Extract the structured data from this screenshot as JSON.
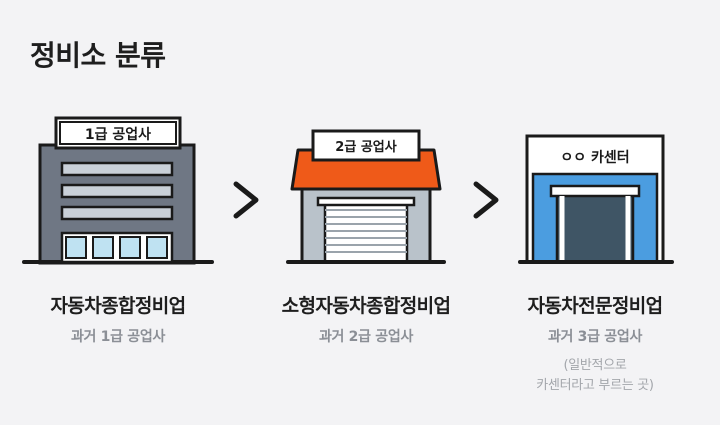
{
  "title": "정비소 분류",
  "categories": [
    {
      "sign": "1급 공업사",
      "name": "자동차종합정비업",
      "sub": "과거 1급 공업사",
      "note_lines": []
    },
    {
      "sign": "2급 공업사",
      "name": "소형자동차종합정비업",
      "sub": "과거 2급 공업사",
      "note_lines": []
    },
    {
      "sign": "ㅇㅇ 카센터",
      "name": "자동차전문정비업",
      "sub": "과거 3급 공업사",
      "note_lines": [
        "(일반적으로",
        "카센터라고 부르는 곳)"
      ]
    }
  ],
  "icons": [
    "building-icon",
    "chevron-right-icon",
    "garage-icon",
    "chevron-right-icon",
    "shop-icon"
  ],
  "colors": {
    "building_gray": "#6f7784",
    "garage_roof": "#ef5a19",
    "shop_blue": "#4b9de0",
    "outline": "#1a1a1a"
  }
}
